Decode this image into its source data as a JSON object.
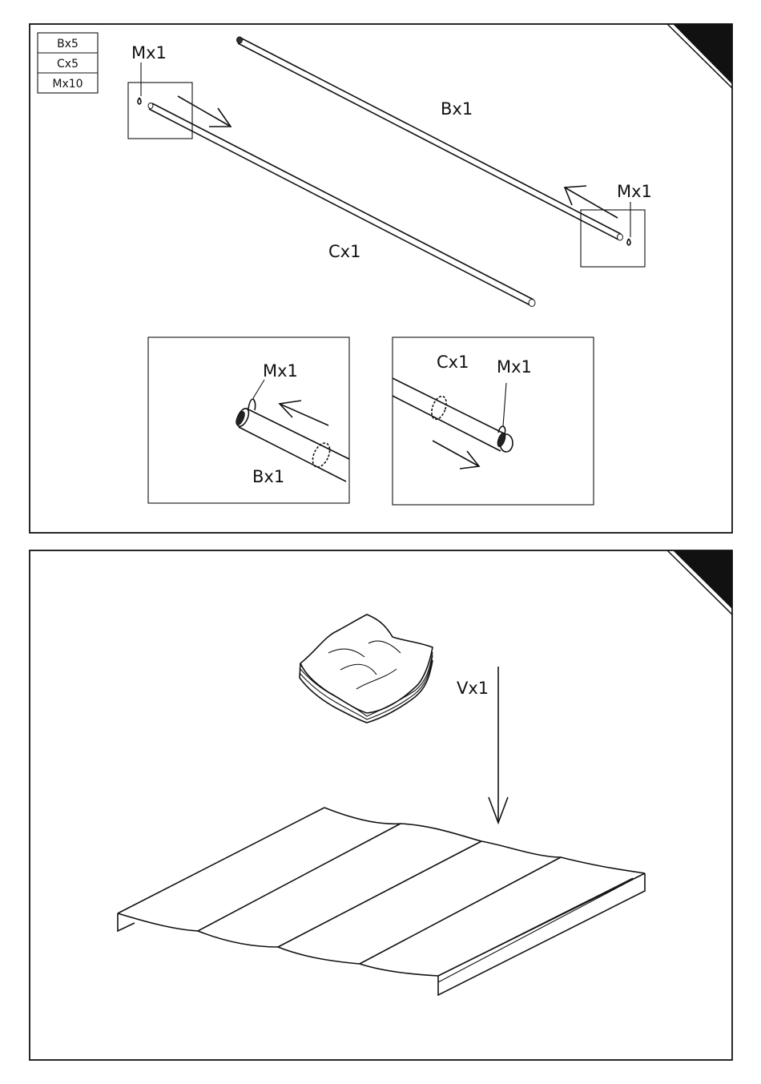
{
  "panel_top": {
    "parts_table": [
      "Bx5",
      "Cx5",
      "Mx10"
    ],
    "labels": {
      "m_left": "Mx1",
      "m_right": "Mx1",
      "b_rod": "Bx1",
      "c_rod": "Cx1",
      "detail_left_m": "Mx1",
      "detail_left_b": "Bx1",
      "detail_right_c": "Cx1",
      "detail_right_m": "Mx1"
    }
  },
  "panel_bottom": {
    "labels": {
      "v_canopy": "Vx1"
    }
  }
}
